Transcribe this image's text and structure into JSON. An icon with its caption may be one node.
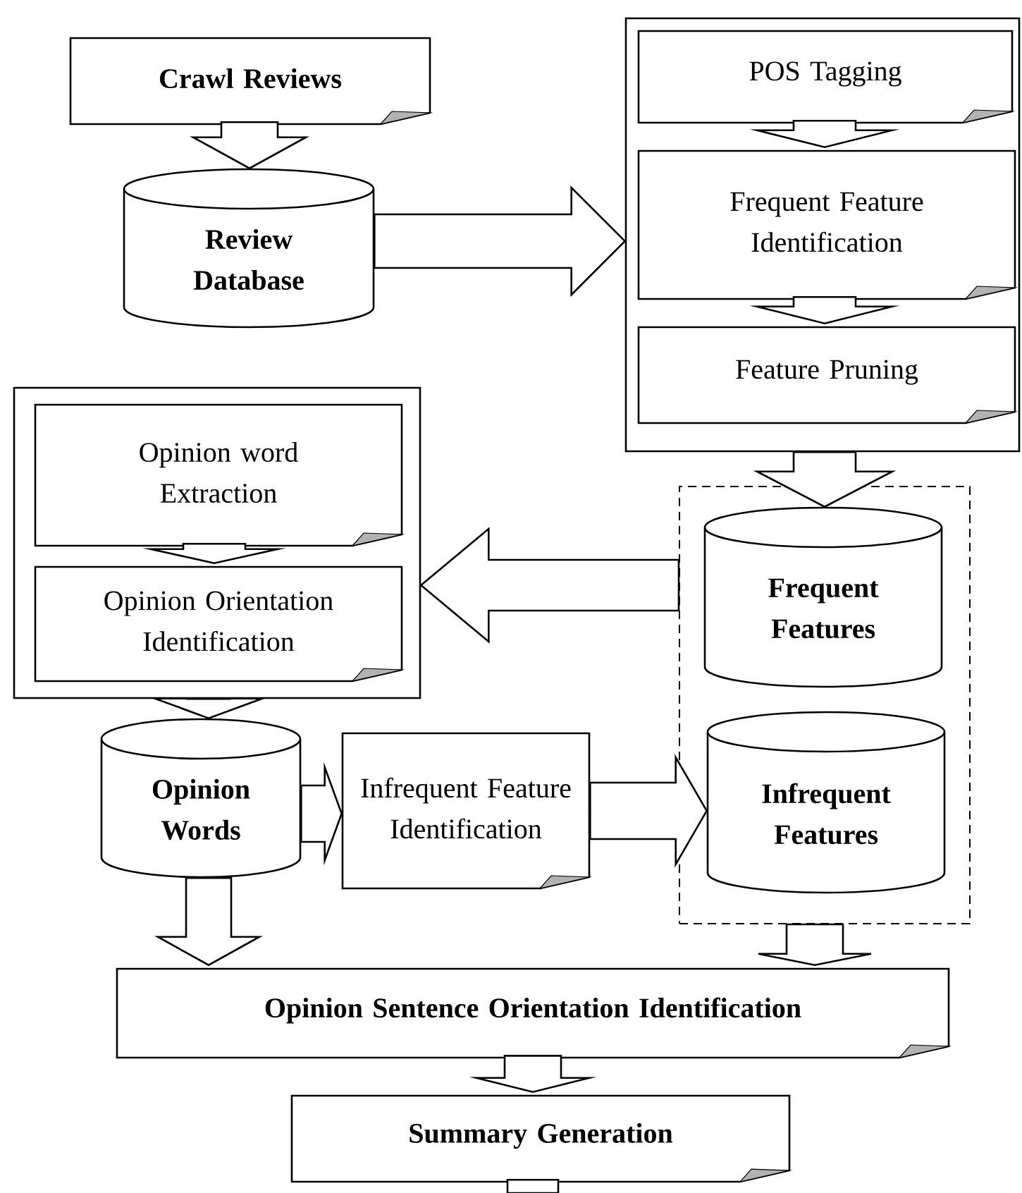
{
  "diagram": {
    "nodes": [
      {
        "text": [
          "Crawl Reviews"
        ]
      },
      {
        "text": [
          "Review Database"
        ]
      },
      {
        "text": [],
        "shape": "box"
      },
      {
        "text": [
          "POS Tagging"
        ],
        "in": 2
      },
      {
        "text": [
          "Frequent Feature Identification"
        ],
        "in": 2
      },
      {
        "text": [
          "Feature Pruning"
        ],
        "in": 2
      },
      {
        "text": [],
        "shape": "box"
      },
      {
        "text": [
          "Opinion word Extraction"
        ],
        "in": 6
      },
      {
        "text": [
          "Opinion Orientation Identification"
        ],
        "in": 6
      },
      {
        "text": [],
        "shape": "box"
      },
      {
        "text": [
          "Frequent Features"
        ],
        "in": 9
      },
      {
        "text": [
          "Infrequent Features"
        ],
        "in": 9
      },
      {
        "text": [
          "Opinion Words"
        ]
      },
      {
        "text": [
          "Infrequent Feature Identification"
        ]
      },
      {
        "text": [
          "Opinion Sentence Orientation Identification"
        ]
      },
      {
        "text": [
          "Summary Generation"
        ]
      }
    ],
    "edges": [
      {
        "from": 0,
        "to": 1,
        "arrow": "to"
      },
      {
        "from": 1,
        "to": 2,
        "arrow": "to"
      },
      {
        "from": 3,
        "to": 4,
        "arrow": "to"
      },
      {
        "from": 4,
        "to": 5,
        "arrow": "to"
      },
      {
        "from": 2,
        "to": 10,
        "arrow": "to"
      },
      {
        "from": 9,
        "to": 6,
        "arrow": "to"
      },
      {
        "from": 7,
        "to": 8,
        "arrow": "to"
      },
      {
        "from": 6,
        "to": 12,
        "arrow": "to"
      },
      {
        "from": 12,
        "to": 13,
        "arrow": "to"
      },
      {
        "from": 13,
        "to": 11,
        "arrow": "to"
      },
      {
        "from": 12,
        "to": 14,
        "arrow": "to"
      },
      {
        "from": 9,
        "to": 14,
        "arrow": "to"
      },
      {
        "from": 14,
        "to": 15,
        "arrow": "to"
      },
      {
        "from": 15,
        "to": null,
        "arrow": "none"
      }
    ]
  }
}
